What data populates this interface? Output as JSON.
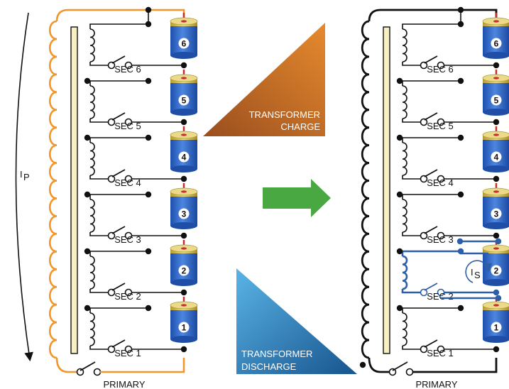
{
  "diagram": {
    "left_panel": {
      "current_label_main": "I",
      "current_label_sub": "P",
      "primary_label": "PRIMARY",
      "secondaries": [
        "SEC 1",
        "SEC 2",
        "SEC 3",
        "SEC 4",
        "SEC 5",
        "SEC 6"
      ],
      "cells": [
        "1",
        "2",
        "3",
        "4",
        "5",
        "6"
      ]
    },
    "right_panel": {
      "current_label_main": "I",
      "current_label_sub": "S",
      "primary_label": "PRIMARY",
      "secondaries": [
        "SEC 1",
        "SEC 2",
        "SEC 3",
        "SEC 4",
        "SEC 5",
        "SEC 6"
      ],
      "cells": [
        "1",
        "2",
        "3",
        "4",
        "5",
        "6"
      ]
    },
    "charge_label_line1": "TRANSFORMER",
    "charge_label_line2": "CHARGE",
    "discharge_label_line1": "TRANSFORMER",
    "discharge_label_line2": "DISCHARGE",
    "colors": {
      "primary_active": "#f0962a",
      "secondary_active": "#2d5ea8",
      "wire": "#111111",
      "core": "#f8f0c0",
      "cell_body": "#2f66c8",
      "cell_top": "#d8c25a",
      "arrow": "#4aa843",
      "charge_triangle_light": "#e68a2e",
      "charge_triangle_dark": "#a85a22",
      "discharge_triangle_light": "#5ab4e6",
      "discharge_triangle_dark": "#1a5c96"
    }
  }
}
